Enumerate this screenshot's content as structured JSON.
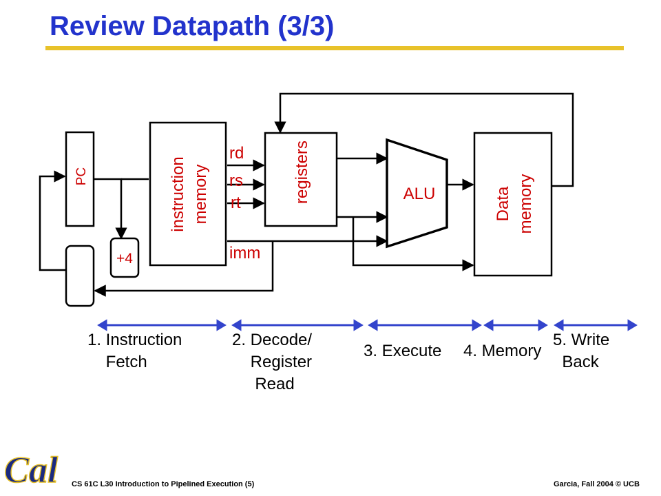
{
  "title": "Review Datapath (3/3)",
  "colors": {
    "title": "#2233cc",
    "rule": "#e8c22a",
    "arrow": "#3344cc",
    "logo": "#1b2a80"
  },
  "blocks": {
    "pc": "PC",
    "instruction_memory": [
      "instruction",
      "memory"
    ],
    "registers": "registers",
    "alu": "ALU",
    "data_memory": [
      "Data",
      "memory"
    ],
    "adder": "+4"
  },
  "signals": {
    "rd": "rd",
    "rs": "rs",
    "rt": "rt",
    "imm": "imm"
  },
  "stages": [
    "1. Instruction\n    Fetch",
    "2. Decode/\n    Register\n     Read",
    "3. Execute",
    "4. Memory",
    "5. Write\n  Back"
  ],
  "footer": {
    "left": "CS 61C L30 Introduction to Pipelined Execution (5)",
    "right": "Garcia, Fall 2004 © UCB"
  },
  "logo": "Cal"
}
